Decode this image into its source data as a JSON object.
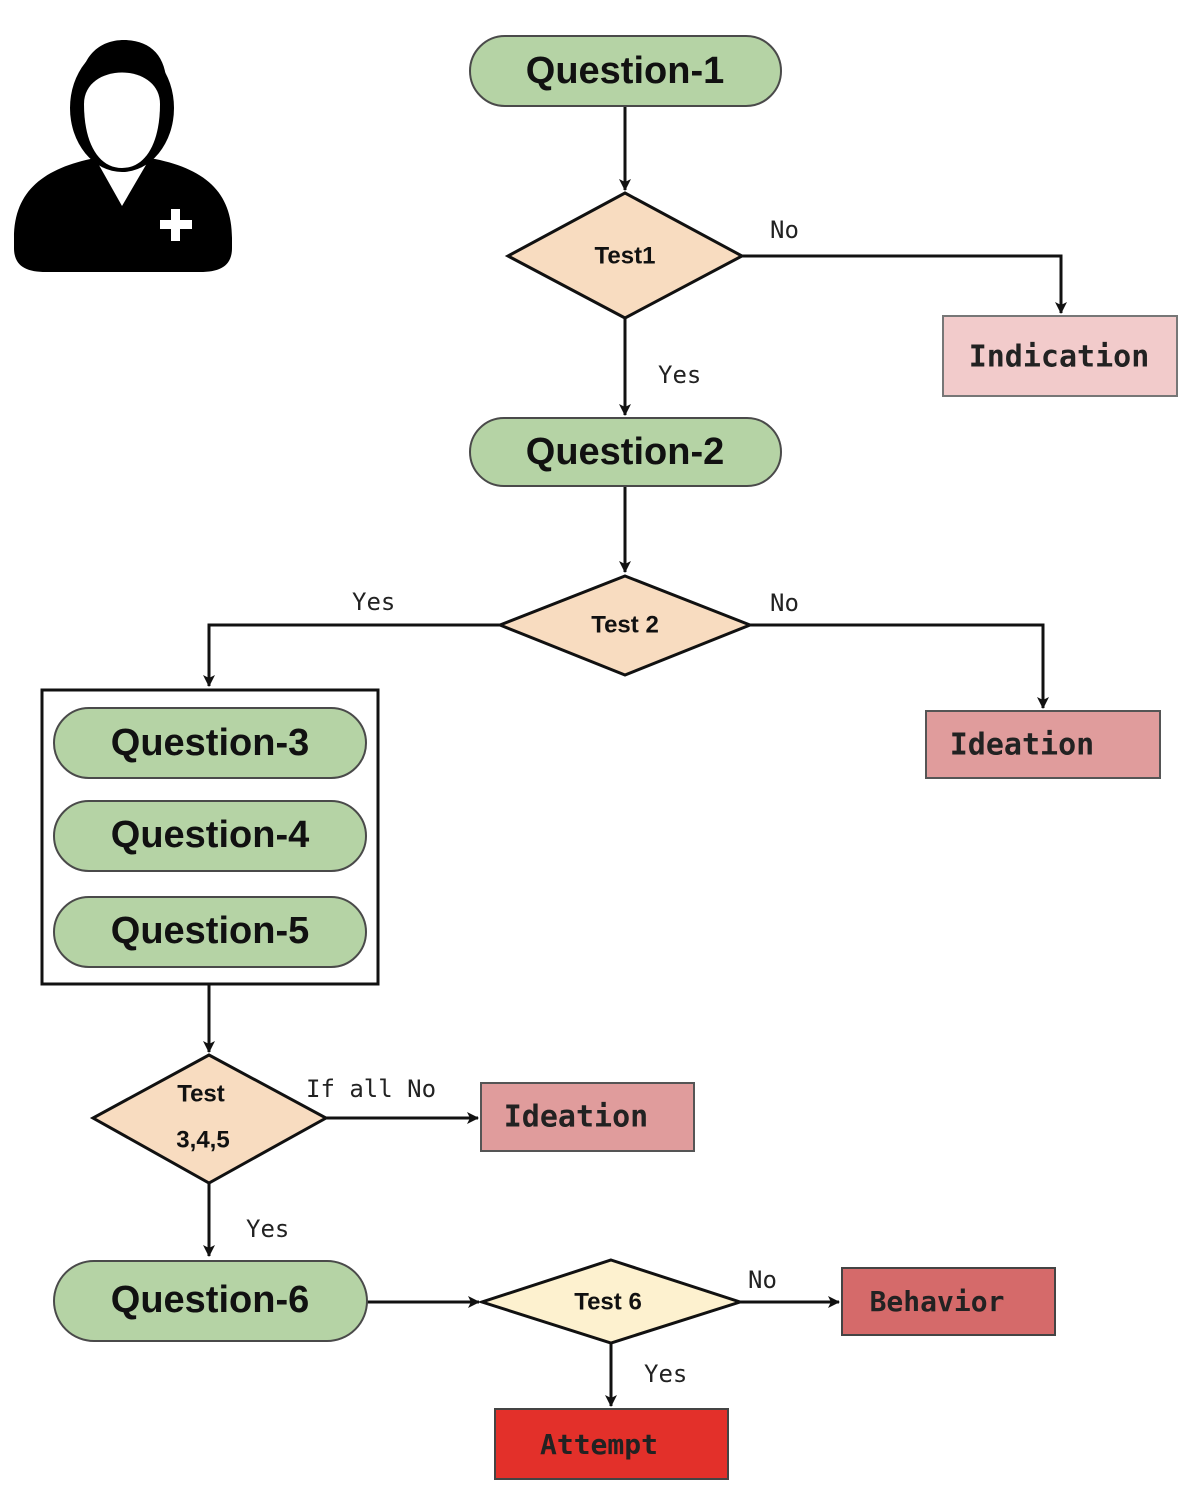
{
  "icon": "doctor-avatar-icon",
  "questions": {
    "q1": "Question-1",
    "q2": "Question-2",
    "q3": "Question-3",
    "q4": "Question-4",
    "q5": "Question-5",
    "q6": "Question-6"
  },
  "tests": {
    "t1": "Test1",
    "t2": "Test 2",
    "t345_line1": "Test",
    "t345_line2": "3,4,5",
    "t6": "Test 6"
  },
  "outcomes": {
    "indication": "Indication",
    "ideation_1": "Ideation",
    "ideation_2": "Ideation",
    "behavior": "Behavior",
    "attempt": "Attempt"
  },
  "edge_labels": {
    "t1_no": "No",
    "t1_yes": "Yes",
    "t2_yes": "Yes",
    "t2_no": "No",
    "t345_no": "If all No",
    "t345_yes": "Yes",
    "t6_no": "No",
    "t6_yes": "Yes"
  },
  "colors": {
    "question_fill": "#b5d3a5",
    "test_fill": "#f8dcc0",
    "test6_fill": "#fdf1cf",
    "indication_fill": "#f2cbcb",
    "ideation_fill": "#e09c9c",
    "behavior_fill": "#d56a6a",
    "attempt_fill": "#e3302a"
  }
}
